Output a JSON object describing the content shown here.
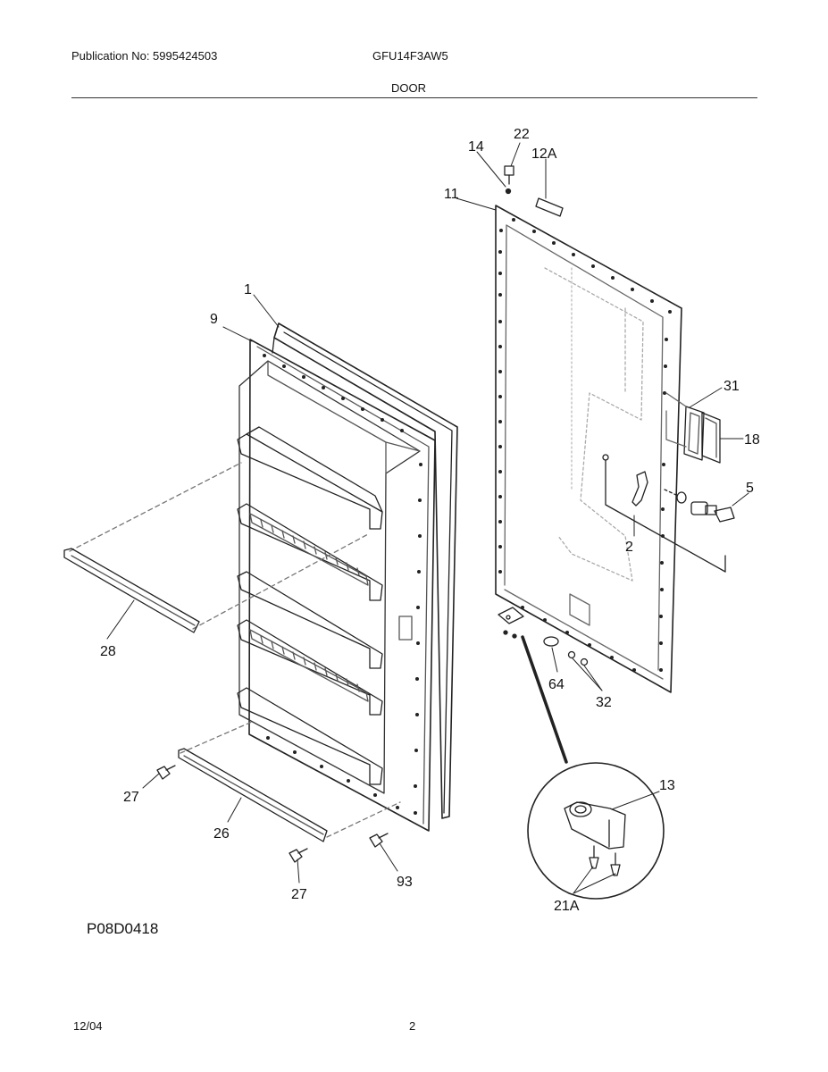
{
  "header": {
    "publication": "Publication No: 5995424503",
    "model": "GFU14F3AW5",
    "section": "DOOR"
  },
  "diagram": {
    "callouts": {
      "p1": "1",
      "p9": "9",
      "p28": "28",
      "p27a": "27",
      "p26": "26",
      "p27b": "27",
      "p93": "93",
      "p22": "22",
      "p14": "14",
      "p12a": "12A",
      "p11": "11",
      "p31": "31",
      "p18": "18",
      "p5": "5",
      "p2": "2",
      "p64": "64",
      "p32": "32",
      "p13": "13",
      "p21a": "21A"
    },
    "drawing_code": "P08D0418"
  },
  "footer": {
    "date": "12/04",
    "page": "2"
  }
}
